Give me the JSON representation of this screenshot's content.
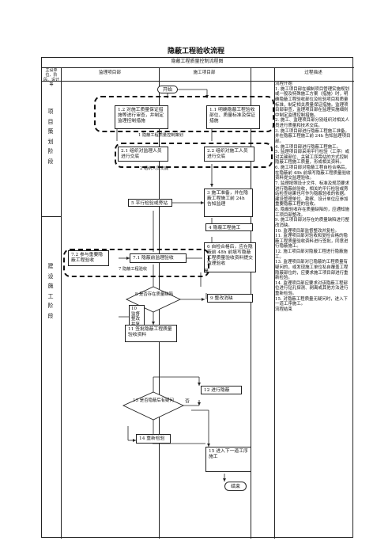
{
  "title": "隐蔽工程验收流程",
  "table_title": "隐蔽工程质量控制流程图",
  "headers": {
    "col0": "主设单位、阶段、设计等",
    "supervision": "监理项目部",
    "construction": "施工项目部",
    "process": "过程描述"
  },
  "phases": {
    "planning": "项目策划阶段",
    "construction": "建设施工阶段"
  },
  "nodes": {
    "start": "开始",
    "n1_2": "1.2 对施工质量保证措施等进行审查，并制定监理控制措施",
    "n1_1": "1.1 明确隐蔽工程验收部位、质量标准及保证措施",
    "n1_label": "1 隐蔽工程质量控制策划",
    "n2_1": "2.1 组织对监理人员进行交底",
    "n2_2": "2.2 组织对施工人员进行交底",
    "n2_label": "2 组织人员交底",
    "n3": "3 施工准备，并在隐蔽工程施工前 24h 告知监理",
    "n4": "4 隐蔽工程施工",
    "n5": "5 平行检验或旁站",
    "n6": "6 自检合格后，应在隐蔽前 48h 前填写隐蔽工程质量验收资料提交监理验收",
    "n7_1": "7.1 隐蔽前监理验收",
    "n7_2": "7.2 参与重要隐蔽工程验收",
    "n7_label": "7 隐蔽工程验收",
    "n8": "8 是否存在质量缺陷",
    "n9": "9 整改消缺",
    "n10": "10 监督整改并复检",
    "n11": "11 签批隐蔽工程质量验收资料",
    "n12": "12 进行隐蔽",
    "n13": "13 是否隐蔽后有疑问",
    "n14": "14 重新检验",
    "n15": "15 进入下一道工序施工",
    "end": "结束",
    "yes": "是",
    "no": "否",
    "no2": "否"
  },
  "process_description": [
    "流程开始",
    "1. 施工项目部在编制项目管理实施规划或一般及特殊施工方案（措施）时，明确隐蔽工程验收部位及检验项目和质量标准，制定相关质量保证措施。监理项目部审查，监理项目部在监理实施细则中制定监理控制措施。",
    "2. 施工、监理项目部分别组织对相关人员进行质量和技术交底。",
    "3. 施工项目部进行隐蔽工程施工准备，并在隐蔽工程施工前 24h 告知监理项目部。",
    "4. 施工项目部进行隐蔽工程施工。",
    "5. 监理项目部采用平行检验（工序）或对关键部位、关键工序旁站的方式控制隐蔽工程施工质量，形成相关资料。",
    "6. 施工项目部对隐蔽工程自检合格后，在隐蔽前 48h 前填写隐蔽工程质量验收资料提交监理验收。",
    "7. 监理按照设计文件、标准及规范要求进行隐蔽前验收，相关的平行检验或旁站检查结果也可作为隐蔽验收的依据。建设管理单位、勘察、设计单位应参加重要隐蔽工程的验收。",
    "8. 隐蔽验收存在质量缺陷的，应通知施工项目部整改。",
    "9. 施工项目部对存在的质量缺陷进行整改消缺。",
    "10. 监理项目部监督整改并复检。",
    "11. 监理项目部对验收和复检合格的隐蔽工程质量验收资料进行签批，同意进行隐蔽施工。",
    "12. 施工项目部对隐蔽工程进行隐蔽施工。",
    "13. 监理项目部对已隐蔽的工程质量有疑问的，或发现施工单位私自覆盖工程隐蔽部位的，应要求施工项目部进行重新检验。",
    "14. 监理项目部应要求对该隐蔽工程部位进行钻孔探测、剥离或其他方法进行重新检验。",
    "15. 对隐蔽工程质量无疑问时，进入下一道工序施工。",
    "流程结束"
  ]
}
